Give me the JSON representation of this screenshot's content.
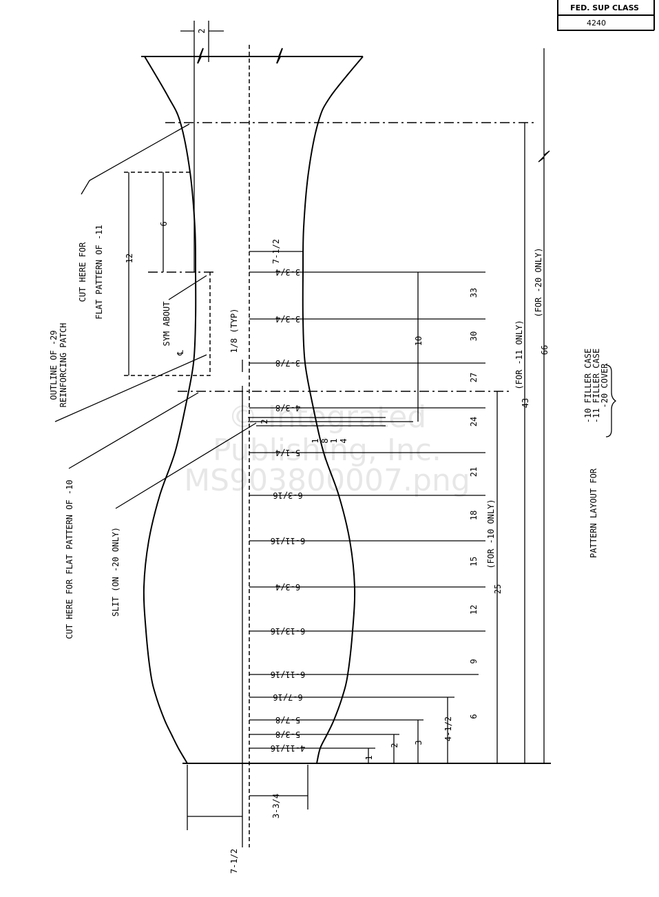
{
  "title_block": {
    "line1": "FED. SUP CLASS",
    "line2": "4240"
  },
  "watermark": {
    "line1": "© Integrated",
    "line2": "Publishing, Inc.",
    "line3": "MS903800007.png"
  },
  "notes": {
    "outline_29_line1": "OUTLINE OF -29",
    "outline_29_line2": "REINFORCING PATCH",
    "cut_11_line1": "CUT HERE FOR",
    "cut_11_line2": "FLAT PATTERN OF -11",
    "sym_line1": "SYM ABOUT",
    "sym_line2": "℄",
    "cut_10": "CUT HERE FOR FLAT PATTERN OF -10",
    "slit": "SLIT (ON -20 ONLY)",
    "typ": "1/8 (TYP)",
    "for_20": "(FOR -20 ONLY)",
    "for_11": "(FOR -11 ONLY)",
    "for_10": "(FOR -10 ONLY)",
    "pattern_layout": "PATTERN LAYOUT FOR",
    "variants": [
      "-10 FILLER CASE",
      "-11 FILLER CASE",
      "-20 COVER"
    ]
  },
  "dimensions": {
    "top_gap": "2",
    "top_half_width": "7-1/2",
    "patch_12": "12",
    "patch_6": "6",
    "slit_2": "2",
    "slit_1_8": [
      "1",
      "8"
    ],
    "slit_1_4": [
      "1",
      "4"
    ],
    "dim_10": "10",
    "dim_25": "25",
    "dim_43": "43",
    "dim_66": "66",
    "bottom_half_width": "7-1/2",
    "bottom_3_3_4": "3-3/4",
    "stations": [
      "3-3/4",
      "3-3/4",
      "3-7/8",
      "4-3/8",
      "5-1/4",
      "6-3/16",
      "6-11/16",
      "6-3/4",
      "6-13/16",
      "6-11/16",
      "6-7/16",
      "5-7/8",
      "5-3/8",
      "4-11/16"
    ],
    "spacings": [
      "33",
      "30",
      "27",
      "24",
      "21",
      "18",
      "15",
      "12",
      "9",
      "6"
    ],
    "small_spacings": [
      "1",
      "2",
      "3",
      "4-1/2",
      "6"
    ]
  }
}
